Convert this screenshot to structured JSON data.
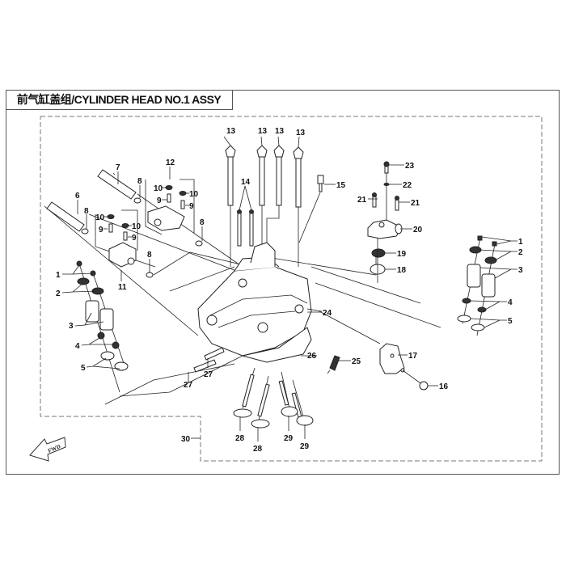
{
  "title": "前气缸盖组/CYLINDER HEAD NO.1 ASSY",
  "fwd_label": "FWD",
  "callouts": [
    {
      "id": "c1a",
      "num": "1"
    },
    {
      "id": "c2a",
      "num": "2"
    },
    {
      "id": "c3a",
      "num": "3"
    },
    {
      "id": "c4a",
      "num": "4"
    },
    {
      "id": "c5a",
      "num": "5"
    },
    {
      "id": "c1b",
      "num": "1"
    },
    {
      "id": "c2b",
      "num": "2"
    },
    {
      "id": "c3b",
      "num": "3"
    },
    {
      "id": "c4b",
      "num": "4"
    },
    {
      "id": "c5b",
      "num": "5"
    },
    {
      "id": "c6",
      "num": "6"
    },
    {
      "id": "c7",
      "num": "7"
    },
    {
      "id": "c8a",
      "num": "8"
    },
    {
      "id": "c8b",
      "num": "8"
    },
    {
      "id": "c8c",
      "num": "8"
    },
    {
      "id": "c8d",
      "num": "8"
    },
    {
      "id": "c9a",
      "num": "9"
    },
    {
      "id": "c9b",
      "num": "9"
    },
    {
      "id": "c9c",
      "num": "9"
    },
    {
      "id": "c9d",
      "num": "9"
    },
    {
      "id": "c10a",
      "num": "10"
    },
    {
      "id": "c10b",
      "num": "10"
    },
    {
      "id": "c10c",
      "num": "10"
    },
    {
      "id": "c10d",
      "num": "10"
    },
    {
      "id": "c11",
      "num": "11"
    },
    {
      "id": "c12",
      "num": "12"
    },
    {
      "id": "c13a",
      "num": "13"
    },
    {
      "id": "c13b",
      "num": "13"
    },
    {
      "id": "c13c",
      "num": "13"
    },
    {
      "id": "c13d",
      "num": "13"
    },
    {
      "id": "c14",
      "num": "14"
    },
    {
      "id": "c15",
      "num": "15"
    },
    {
      "id": "c16",
      "num": "16"
    },
    {
      "id": "c17",
      "num": "17"
    },
    {
      "id": "c18",
      "num": "18"
    },
    {
      "id": "c19",
      "num": "19"
    },
    {
      "id": "c20",
      "num": "20"
    },
    {
      "id": "c21a",
      "num": "21"
    },
    {
      "id": "c21b",
      "num": "21"
    },
    {
      "id": "c22",
      "num": "22"
    },
    {
      "id": "c23",
      "num": "23"
    },
    {
      "id": "c24",
      "num": "24"
    },
    {
      "id": "c25",
      "num": "25"
    },
    {
      "id": "c26",
      "num": "26"
    },
    {
      "id": "c27a",
      "num": "27"
    },
    {
      "id": "c27b",
      "num": "27"
    },
    {
      "id": "c28a",
      "num": "28"
    },
    {
      "id": "c28b",
      "num": "28"
    },
    {
      "id": "c29a",
      "num": "29"
    },
    {
      "id": "c29b",
      "num": "29"
    },
    {
      "id": "c30",
      "num": "30"
    }
  ]
}
